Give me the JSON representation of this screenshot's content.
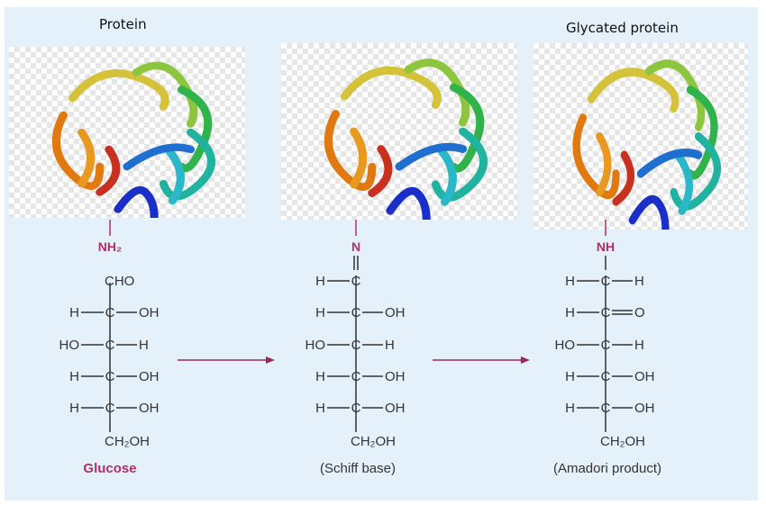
{
  "titles": {
    "left": "Protein",
    "right": "Glycated protein"
  },
  "colors": {
    "panel": "#e4f0fa",
    "amine": "#b0306a",
    "arrow": "#9a2a58",
    "ink": "#333333"
  },
  "structures": [
    {
      "name": "glucose",
      "top": "NH2",
      "top_bond": "single-line",
      "label": "Glucose",
      "rows": [
        {
          "l": "",
          "c": "CHO",
          "r": "",
          "bond": "-"
        },
        {
          "l": "H",
          "c": "C",
          "r": "OH",
          "bond": "-"
        },
        {
          "l": "HO",
          "c": "C",
          "r": "H",
          "bond": "-"
        },
        {
          "l": "H",
          "c": "C",
          "r": "OH",
          "bond": "-"
        },
        {
          "l": "H",
          "c": "C",
          "r": "OH",
          "bond": "-"
        },
        {
          "l": "",
          "c": "CH2OH",
          "r": "",
          "bond": "-"
        }
      ]
    },
    {
      "name": "schiff-base",
      "top": "N",
      "top_bond": "double",
      "label": "(Schiff base)",
      "rows": [
        {
          "l": "H",
          "c": "C",
          "r": "",
          "bond": "-"
        },
        {
          "l": "H",
          "c": "C",
          "r": "OH",
          "bond": "-"
        },
        {
          "l": "HO",
          "c": "C",
          "r": "H",
          "bond": "-"
        },
        {
          "l": "H",
          "c": "C",
          "r": "OH",
          "bond": "-"
        },
        {
          "l": "H",
          "c": "C",
          "r": "OH",
          "bond": "-"
        },
        {
          "l": "",
          "c": "CH2OH",
          "r": "",
          "bond": "-"
        }
      ]
    },
    {
      "name": "amadori-product",
      "top": "NH",
      "top_bond": "single",
      "label": "(Amadori product)",
      "rows": [
        {
          "l": "H",
          "c": "C",
          "r": "H",
          "bond": "-"
        },
        {
          "l": "H",
          "c": "C",
          "r": "O",
          "bond": "="
        },
        {
          "l": "HO",
          "c": "C",
          "r": "H",
          "bond": "-"
        },
        {
          "l": "H",
          "c": "C",
          "r": "OH",
          "bond": "-"
        },
        {
          "l": "H",
          "c": "C",
          "r": "OH",
          "bond": "-"
        },
        {
          "l": "",
          "c": "CH2OH",
          "r": "",
          "bond": "-"
        }
      ]
    }
  ]
}
